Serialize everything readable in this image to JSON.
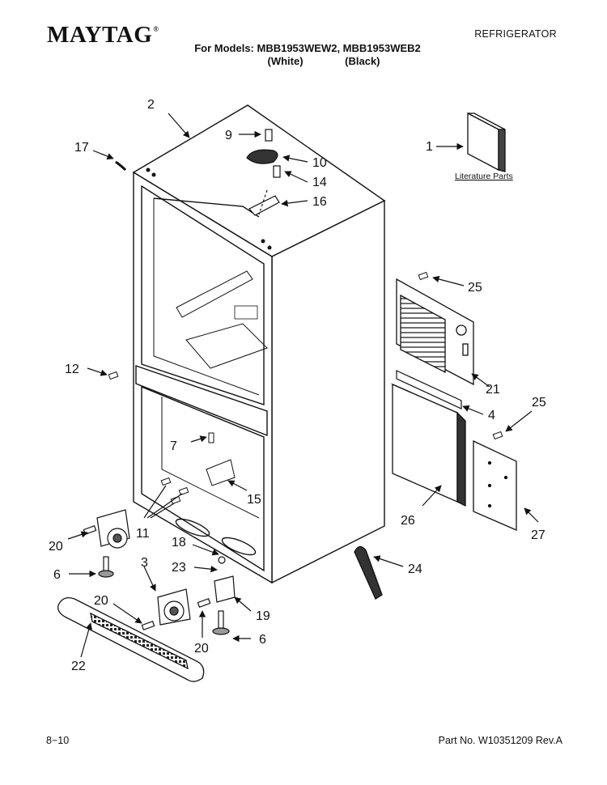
{
  "header": {
    "brand": "MAYTAG",
    "brand_mark": "®",
    "category": "REFRIGERATOR",
    "models_line": "For Models: MBB1953WEW2, MBB1953WEB2",
    "color_white": "(White)",
    "color_black": "(Black)"
  },
  "literature_label": "Literature Parts",
  "callouts": {
    "c1": "1",
    "c2": "2",
    "c3": "3",
    "c4": "4",
    "c6a": "6",
    "c6b": "6",
    "c7": "7",
    "c9": "9",
    "c10": "10",
    "c11": "11",
    "c12": "12",
    "c14": "14",
    "c15": "15",
    "c16": "16",
    "c17": "17",
    "c18": "18",
    "c19": "19",
    "c20a": "20",
    "c20b": "20",
    "c20c": "20",
    "c21": "21",
    "c22": "22",
    "c23": "23",
    "c24": "24",
    "c25a": "25",
    "c25b": "25",
    "c26": "26",
    "c27": "27"
  },
  "footer": {
    "page": "8−10",
    "part_number": "Part No. W10351209 Rev.A"
  }
}
